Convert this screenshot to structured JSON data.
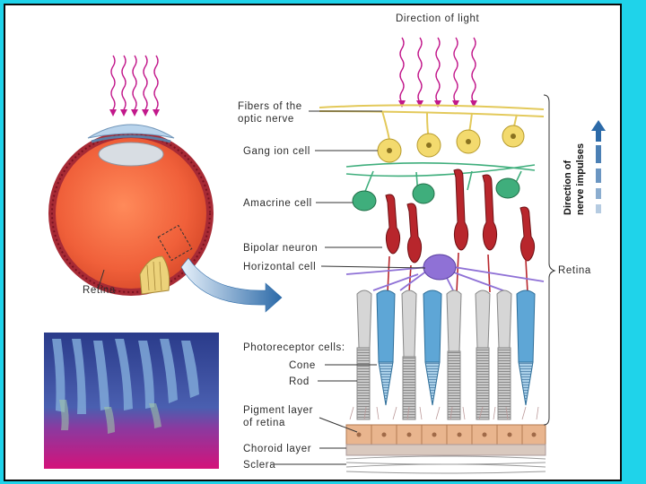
{
  "labels": {
    "direction_of_light": "Direction of light",
    "fibers_line1": "Fibers of the",
    "fibers_line2": "optic nerve",
    "ganglion_cell": "Gang ion cell",
    "amacrine_cell": "Amacrine cell",
    "bipolar_neuron": "Bipolar neuron",
    "horizontal_cell": "Horizontal cell",
    "photoreceptor_cells": "Photoreceptor cells:",
    "cone": "Cone",
    "rod": "Rod",
    "pigment_line1": "Pigment layer",
    "pigment_line2": "of retina",
    "choroid_layer": "Choroid layer",
    "sclera": "Sclera",
    "retina_eye": "Retina",
    "retina_bracket": "Retina",
    "impulses_line1": "Direction of",
    "impulses_line2": "nerve impulses"
  },
  "colors": {
    "background": "#1fd3ea",
    "light_rays": "#c2188b",
    "optic_fibers": "#e3c95a",
    "ganglion": "#f3da6e",
    "amacrine": "#3fae7c",
    "bipolar": "#b8262c",
    "horizontal": "#8f71d6",
    "cone": "#5ea6d6",
    "rod": "#bdbdbd",
    "pigment": "#e9b58e",
    "arrow": "#2c6aa8"
  }
}
